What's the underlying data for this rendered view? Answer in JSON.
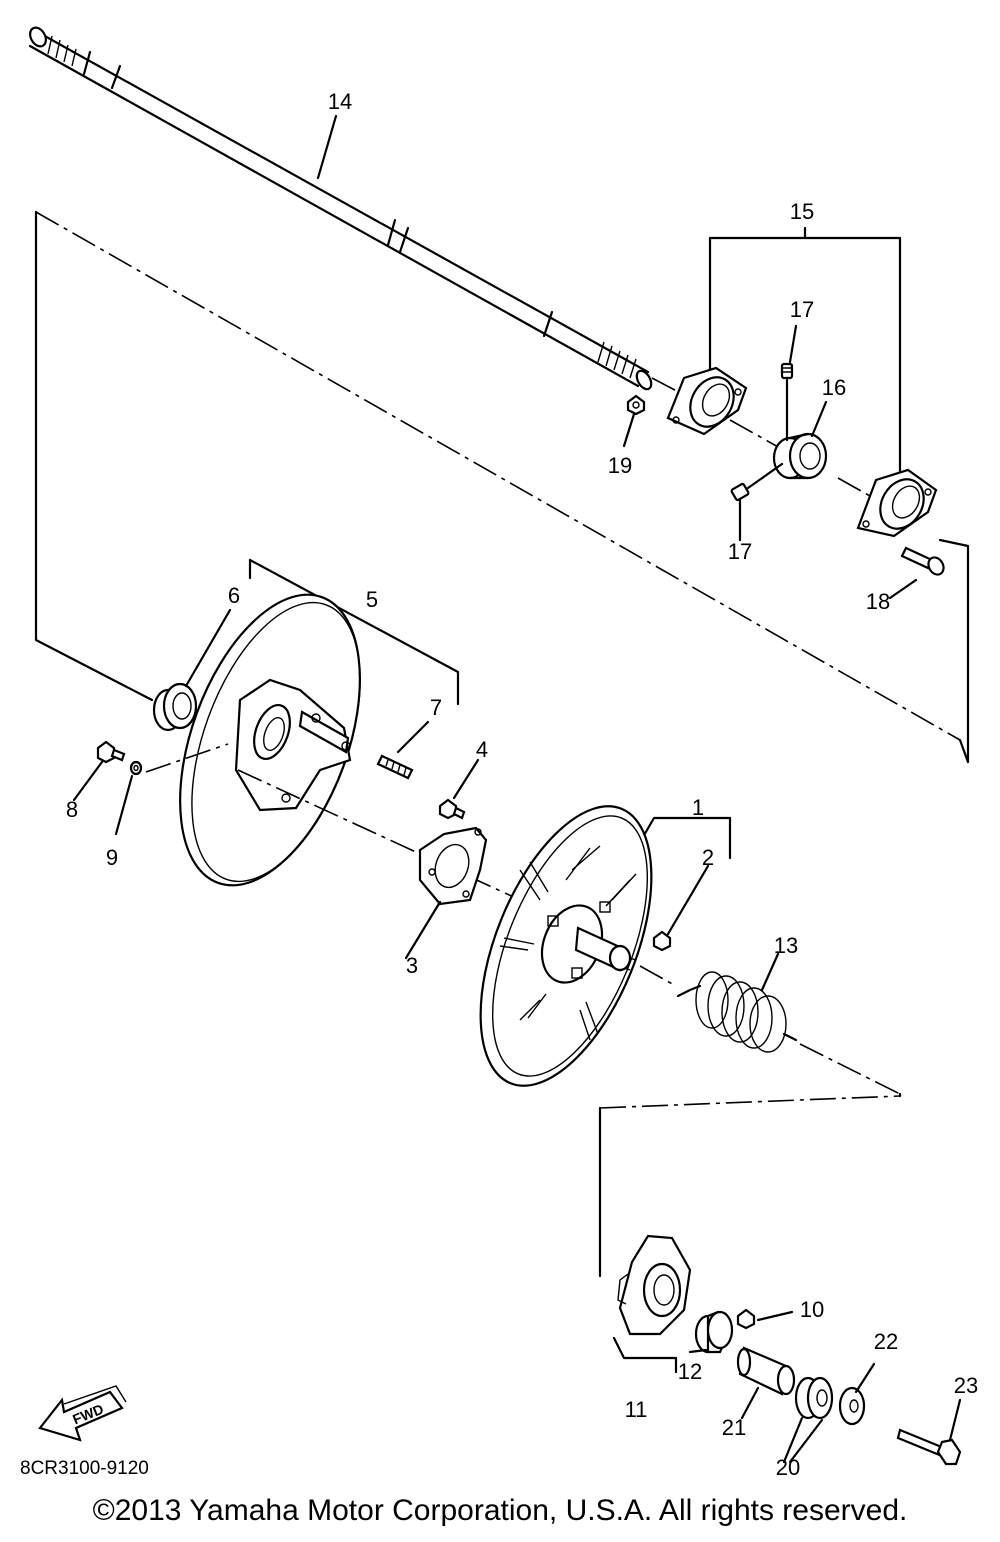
{
  "callouts": [
    {
      "id": "1",
      "label": "1"
    },
    {
      "id": "2",
      "label": "2"
    },
    {
      "id": "3",
      "label": "3"
    },
    {
      "id": "4",
      "label": "4"
    },
    {
      "id": "5",
      "label": "5"
    },
    {
      "id": "6",
      "label": "6"
    },
    {
      "id": "7",
      "label": "7"
    },
    {
      "id": "8",
      "label": "8"
    },
    {
      "id": "9",
      "label": "9"
    },
    {
      "id": "10",
      "label": "10"
    },
    {
      "id": "11",
      "label": "11"
    },
    {
      "id": "12",
      "label": "12"
    },
    {
      "id": "13",
      "label": "13"
    },
    {
      "id": "14",
      "label": "14"
    },
    {
      "id": "15",
      "label": "15"
    },
    {
      "id": "16",
      "label": "16"
    },
    {
      "id": "17a",
      "label": "17"
    },
    {
      "id": "17b",
      "label": "17"
    },
    {
      "id": "18",
      "label": "18"
    },
    {
      "id": "19",
      "label": "19"
    },
    {
      "id": "20",
      "label": "20"
    },
    {
      "id": "21",
      "label": "21"
    },
    {
      "id": "22",
      "label": "22"
    },
    {
      "id": "23",
      "label": "23"
    }
  ],
  "fwd_label": "FWD",
  "diagram_code": "8CR3100-9120",
  "copyright": "©2013 Yamaha Motor Corporation, U.S.A. All rights reserved."
}
